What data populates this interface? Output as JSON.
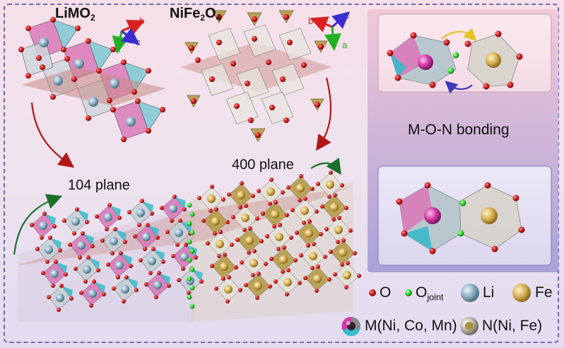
{
  "titles": {
    "left": "LiMO",
    "left_sub": "2",
    "right_1": "NiFe",
    "right_sub1": "2",
    "right_2": "O",
    "right_sub2": "4"
  },
  "axes": {
    "a": "a",
    "b": "b",
    "c": "c"
  },
  "planes": {
    "p104": "104 plane",
    "p400": "400 plane"
  },
  "bonding": {
    "label": "M-O-N bonding"
  },
  "legend": {
    "o": "O",
    "ojoint_main": "O",
    "ojoint_sub": "joint",
    "li": "Li",
    "fe": "Fe",
    "m": "M(Ni, Co, Mn)",
    "n": "N(Ni, Fe)"
  },
  "colors": {
    "oxygen": "#d61f1f",
    "joint_oxygen": "#3ddc3d",
    "lithium": "#8fb3c6",
    "iron": "#d9b357",
    "m_magenta": "#d43aa6",
    "m_cyan": "#39b9c9",
    "n_gray": "#c9c6bd",
    "n_olive": "#a89440",
    "axis_a": "#22b022",
    "axis_b": "#d82020",
    "axis_c": "#3a2ccf",
    "arrow_red": "#b01818",
    "arrow_green": "#1d6e2c",
    "panel_pink": "#f7e3ec",
    "panel_lav": "#d8d1ee"
  }
}
